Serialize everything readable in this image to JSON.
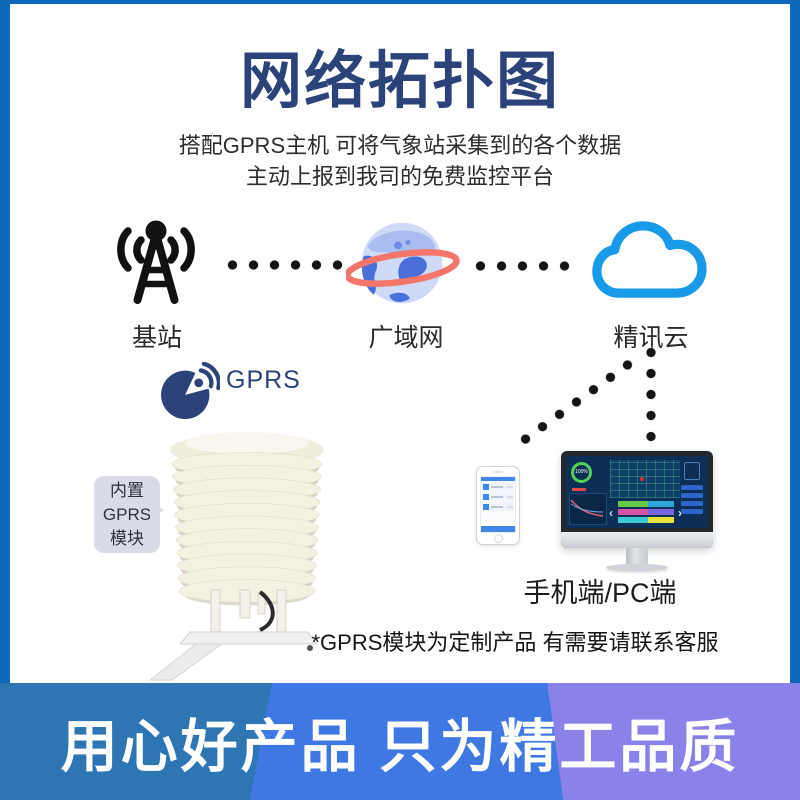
{
  "header": {
    "title": "网络拓扑图",
    "subtitle_line1": "搭配GPRS主机 可将气象站采集到的各个数据",
    "subtitle_line2": "主动上报到我司的免费监控平台"
  },
  "nodes": {
    "base_station_label": "基站",
    "wan_label": "广域网",
    "cloud_label": "精讯云"
  },
  "gprs": {
    "label": "GPRS"
  },
  "bubble": {
    "line1": "内置",
    "line2": "GPRS",
    "line3": "模块"
  },
  "devices": {
    "label": "手机端/PC端",
    "monitor_gauge": "100%",
    "apple_logo": ""
  },
  "note": "*GPRS模块为定制产品 有需要请联系客服",
  "banner": {
    "text": "用心好产品 只为精工品质"
  },
  "colors": {
    "frame_blue": "#0d68bb",
    "title_navy": "#2b4379",
    "cloud_blue": "#189ae8",
    "globe_ring_coral": "#f4766b",
    "globe_land_blue": "#4a6fd8",
    "banner_left": "#2e75b4",
    "banner_mid": "#3f78e2",
    "banner_right": "#8a82e8"
  }
}
